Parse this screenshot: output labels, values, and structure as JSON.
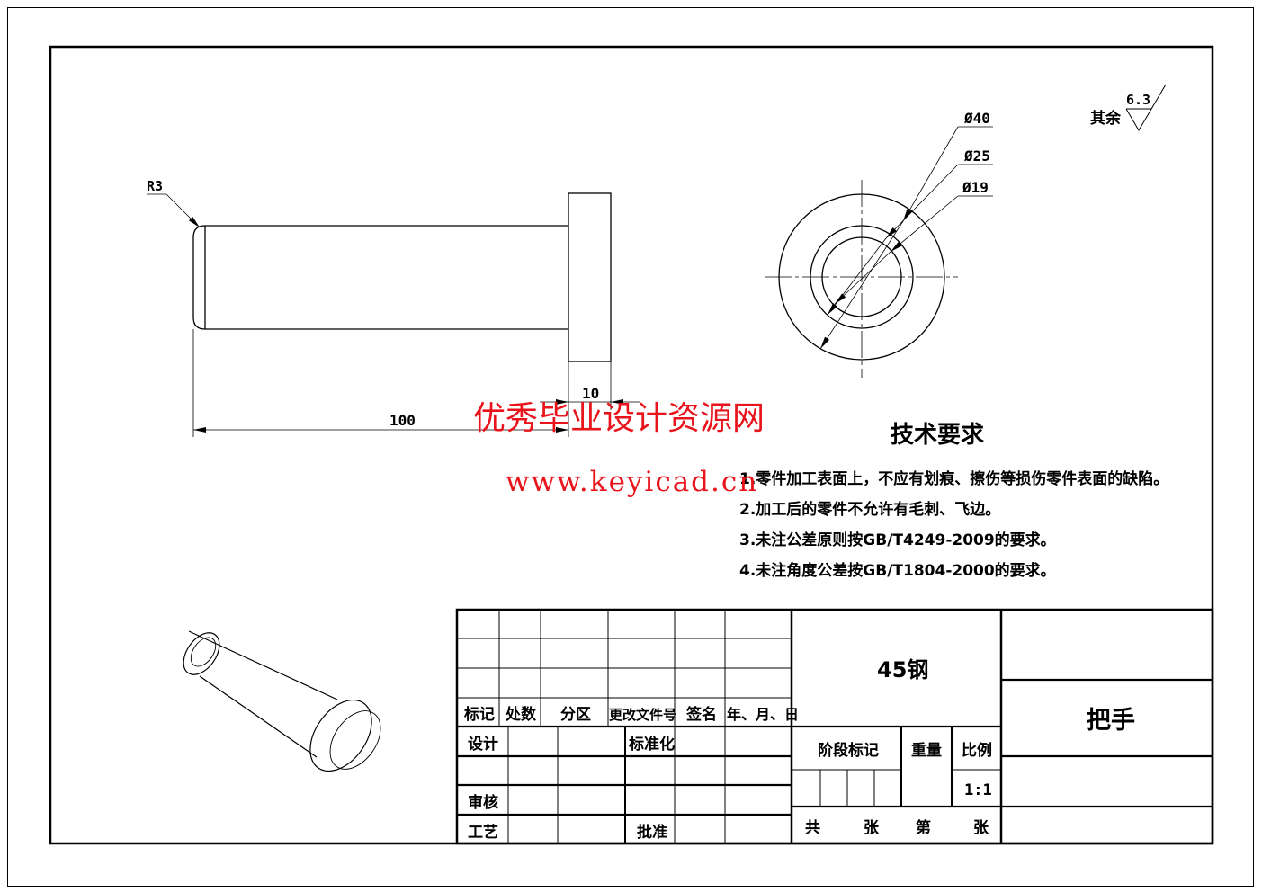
{
  "drawing": {
    "part_name": "把手",
    "material": "45钢",
    "scale": "1:1",
    "roughness": {
      "label": "其余",
      "value": "6.3"
    },
    "dimensions": {
      "radius": "R3",
      "length": "100",
      "flange_thickness": "10",
      "dia_outer": "Ø40",
      "dia_mid": "Ø25",
      "dia_inner": "Ø19"
    }
  },
  "watermark": {
    "line1": "优秀毕业设计资源网",
    "line2": "www.keyicad.cn"
  },
  "tech_requirements": {
    "title": "技术要求",
    "items": [
      "1.零件加工表面上，不应有划痕、擦伤等损伤零件表面的缺陷。",
      "2.加工后的零件不允许有毛刺、飞边。",
      "3.未注公差原则按GB/T4249-2009的要求。",
      "4.未注角度公差按GB/T1804-2000的要求。"
    ]
  },
  "title_block": {
    "revision_headers": [
      "标记",
      "处数",
      "分区",
      "更改文件号",
      "签名",
      "年、月、日"
    ],
    "design": "设计",
    "standardization": "标准化",
    "review": "审核",
    "process": "工艺",
    "approve": "批准",
    "stage_mark": "阶段标记",
    "weight": "重量",
    "scale_label": "比例",
    "sheets_total": "共",
    "sheet_unit1": "张",
    "sheet_no": "第",
    "sheet_unit2": "张"
  },
  "colors": {
    "line": "#000000",
    "watermark": "#e8131b"
  }
}
